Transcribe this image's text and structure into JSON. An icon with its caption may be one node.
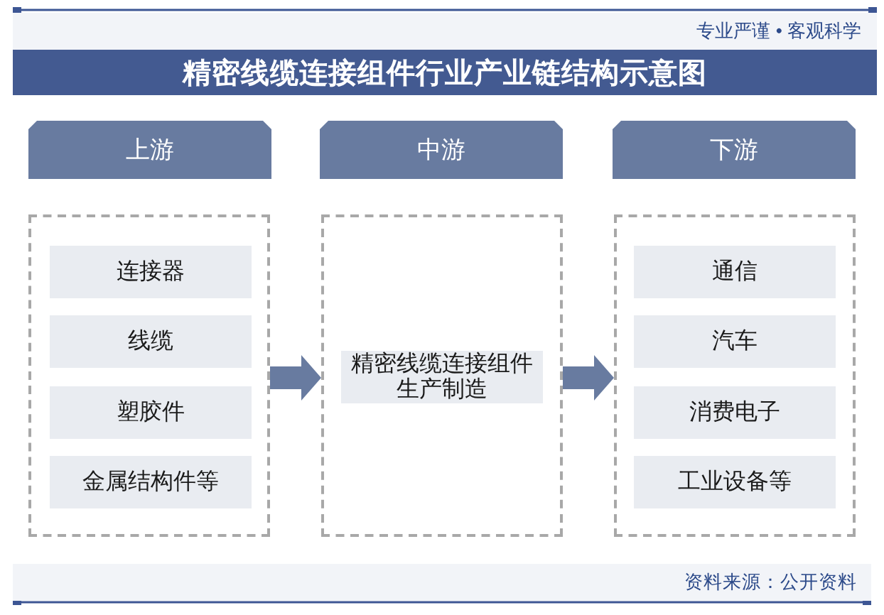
{
  "diagram": {
    "title": "精密线缆连接组件行业产业链结构示意图",
    "nodes": [
      {
        "text": [
          "上游"
        ]
      },
      {
        "text": [
          "中游"
        ]
      },
      {
        "text": [
          "下游"
        ]
      },
      {
        "text": [],
        "shape": "box"
      },
      {
        "text": [
          "连接器"
        ],
        "in": 3
      },
      {
        "text": [
          "线缆"
        ],
        "in": 3
      },
      {
        "text": [
          "塑胶件"
        ],
        "in": 3
      },
      {
        "text": [
          "金属结构件等"
        ],
        "in": 3
      },
      {
        "text": [],
        "shape": "box"
      },
      {
        "text": [
          "精密线缆连接组件生产制造"
        ],
        "in": 8
      },
      {
        "text": [],
        "shape": "box"
      },
      {
        "text": [
          "通信"
        ],
        "in": 10
      },
      {
        "text": [
          "汽车"
        ],
        "in": 10
      },
      {
        "text": [
          "消费电子"
        ],
        "in": 10
      },
      {
        "text": [
          "工业设备等"
        ],
        "in": 10
      }
    ],
    "edges": [
      {
        "from": 3,
        "to": 8,
        "arrow": "to"
      },
      {
        "from": 8,
        "to": 10,
        "arrow": "to"
      }
    ],
    "labels": [
      "专业严谨 • 客观科学",
      "资料来源：公开资料"
    ]
  }
}
